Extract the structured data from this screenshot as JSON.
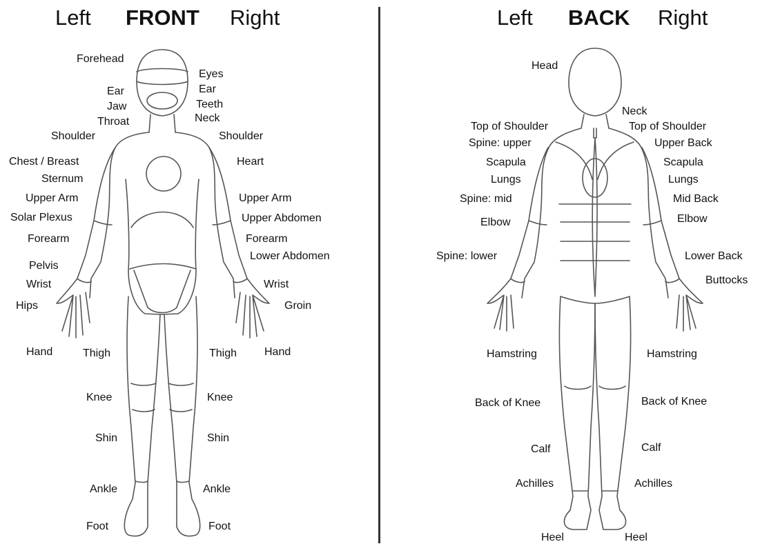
{
  "front": {
    "title_left": "Left",
    "title_main": "FRONT",
    "title_right": "Right",
    "labels": {
      "forehead": "Forehead",
      "eyes": "Eyes",
      "ear_left": "Ear",
      "ear_right": "Ear",
      "jaw": "Jaw",
      "teeth": "Teeth",
      "throat": "Throat",
      "neck": "Neck",
      "shoulder_left": "Shoulder",
      "shoulder_right": "Shoulder",
      "chest_breast": "Chest / Breast",
      "heart": "Heart",
      "sternum": "Sternum",
      "upper_arm_left": "Upper Arm",
      "upper_arm_right": "Upper Arm",
      "solar_plexus": "Solar Plexus",
      "upper_abdomen": "Upper Abdomen",
      "forearm_left": "Forearm",
      "forearm_right": "Forearm",
      "lower_abdomen": "Lower Abdomen",
      "pelvis": "Pelvis",
      "wrist_left": "Wrist",
      "wrist_right": "Wrist",
      "hips": "Hips",
      "groin": "Groin",
      "hand_left": "Hand",
      "hand_right": "Hand",
      "thigh_left": "Thigh",
      "thigh_right": "Thigh",
      "knee_left": "Knee",
      "knee_right": "Knee",
      "shin_left": "Shin",
      "shin_right": "Shin",
      "ankle_left": "Ankle",
      "ankle_right": "Ankle",
      "foot_left": "Foot",
      "foot_right": "Foot"
    }
  },
  "back": {
    "title_left": "Left",
    "title_main": "BACK",
    "title_right": "Right",
    "labels": {
      "head": "Head",
      "neck": "Neck",
      "top_of_shoulder_left": "Top of Shoulder",
      "top_of_shoulder_right": "Top of Shoulder",
      "spine_upper": "Spine: upper",
      "upper_back": "Upper Back",
      "scapula_left": "Scapula",
      "scapula_right": "Scapula",
      "lungs_left": "Lungs",
      "lungs_right": "Lungs",
      "spine_mid": "Spine: mid",
      "mid_back": "Mid Back",
      "elbow_left": "Elbow",
      "elbow_right": "Elbow",
      "spine_lower": "Spine: lower",
      "lower_back": "Lower Back",
      "buttocks": "Buttocks",
      "hamstring_left": "Hamstring",
      "hamstring_right": "Hamstring",
      "back_of_knee_left": "Back of Knee",
      "back_of_knee_right": "Back of Knee",
      "calf_left": "Calf",
      "calf_right": "Calf",
      "achilles_left": "Achilles",
      "achilles_right": "Achilles",
      "heel_left": "Heel",
      "heel_right": "Heel"
    }
  }
}
